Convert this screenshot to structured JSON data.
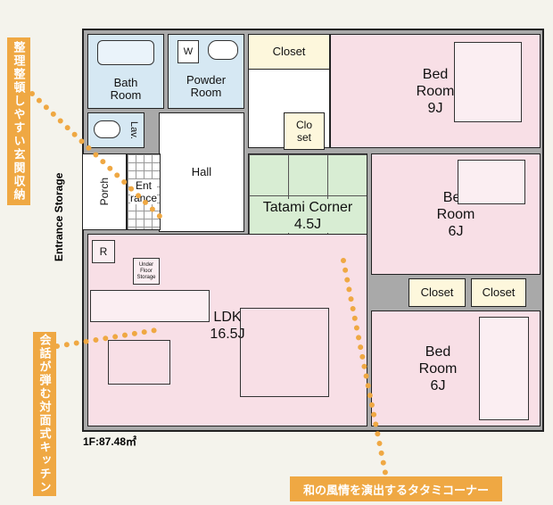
{
  "rooms": {
    "bath": "Bath\nRoom",
    "powder": "Powder\nRoom",
    "powder_w": "W",
    "closet_top": "Closet",
    "bed1_name": "Bed\nRoom",
    "bed1_size": "9J",
    "lav": "Lav.",
    "closet_small": "Clo\nset",
    "hall": "Hall",
    "porch": "Porch",
    "entrance": "Ent\nrance",
    "entrance_storage": "Entrance Storage",
    "tatami": "Tatami Corner",
    "tatami_size": "4.5J",
    "bed2_name": "Bed\nRoom",
    "bed2_size": "6J",
    "closet_a": "Closet",
    "closet_b": "Closet",
    "refrigerator": "R",
    "under_floor": "Under\nFloor\nStorage",
    "ldk": "LDK",
    "ldk_size": "16.5J",
    "bed3_name": "Bed\nRoom",
    "bed3_size": "6J"
  },
  "area": "1F:87.48㎡",
  "callouts": {
    "entrance_storage": "整理整頓しやすい玄関収納",
    "kitchen": "会話が弾む対面式キッチン",
    "tatami": "和の風情を演出するタタミコーナー"
  },
  "colors": {
    "accent": "#efa843",
    "bedroom": "#f8dfe6",
    "water": "#d6e8f3",
    "tatami": "#d8edd3",
    "closet": "#fdf7dc"
  }
}
